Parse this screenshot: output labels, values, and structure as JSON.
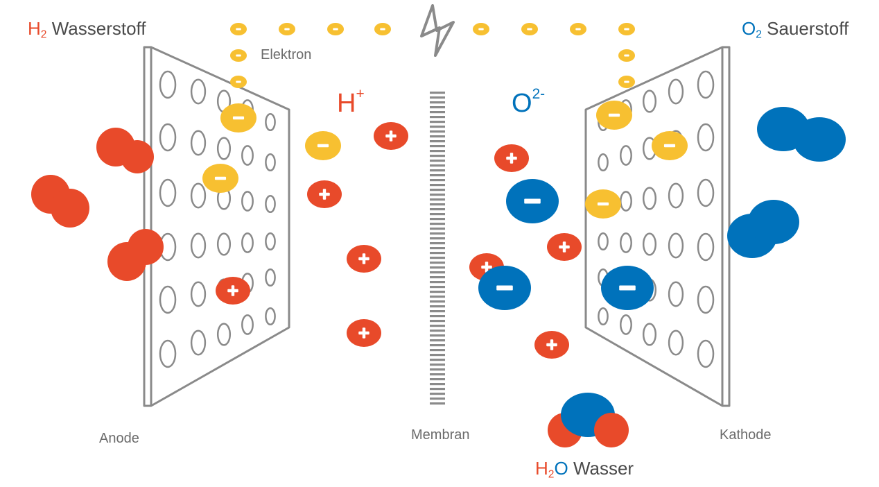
{
  "colors": {
    "hydrogen": "#e84a2a",
    "oxygen": "#0072bb",
    "electron": "#f7c031",
    "plate": "#8a8a8a",
    "text": "#4a4a4a"
  },
  "labels": {
    "h2_symbol": "H",
    "h2_sub": "2",
    "h2_name": "Wasserstoff",
    "o2_symbol": "O",
    "o2_sub": "2",
    "o2_name": "Sauerstoff",
    "electron": "Elektron",
    "proton_symbol": "H",
    "proton_charge": "+",
    "oxide_symbol": "O",
    "oxide_charge": "2-",
    "anode": "Anode",
    "membrane": "Membran",
    "cathode": "Kathode",
    "water_h": "H",
    "water_sub": "2",
    "water_o": "O",
    "water_name": "Wasser"
  },
  "icons": {
    "current": "lightning-bolt-icon",
    "electron": "minus-sign",
    "proton": "plus-sign",
    "oxide": "minus-sign"
  }
}
